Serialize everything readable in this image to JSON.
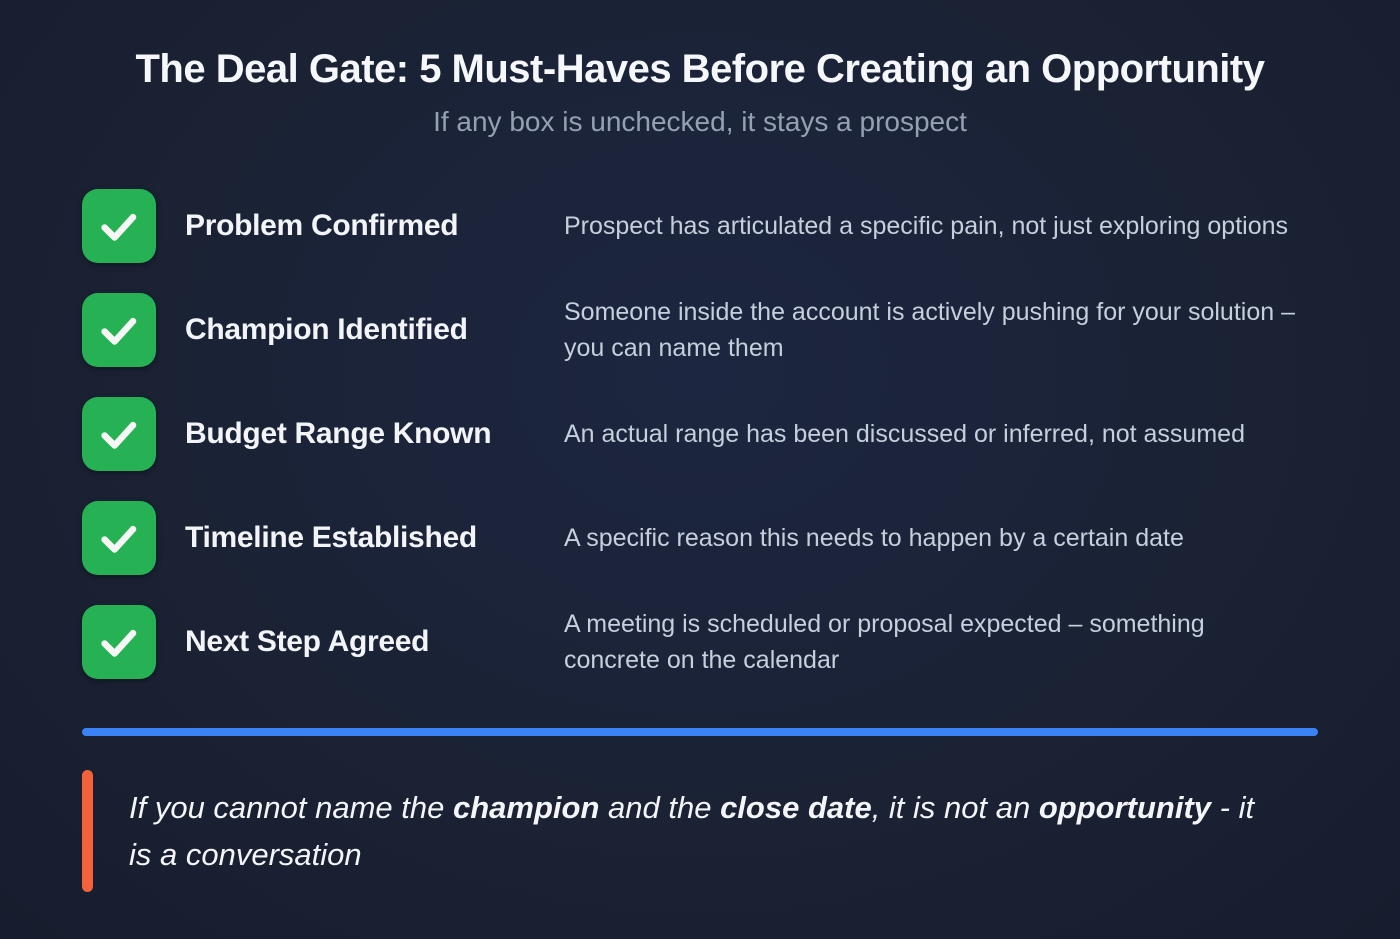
{
  "title": "The Deal Gate: 5 Must-Haves Before Creating an Opportunity",
  "subtitle": "If any box is unchecked, it stays a prospect",
  "colors": {
    "background": "#1a2234",
    "checkbox_green": "#26b155",
    "divider_blue": "#3b82f6",
    "quote_bar_orange": "#f4623c"
  },
  "checklist": {
    "items": [
      {
        "checked": true,
        "label": "Problem Confirmed",
        "description": "Prospect has articulated a specific pain, not just exploring options"
      },
      {
        "checked": true,
        "label": "Champion Identified",
        "description": "Someone inside the account is actively pushing for your solution – you can name them"
      },
      {
        "checked": true,
        "label": "Budget Range Known",
        "description": "An actual range has been discussed or inferred, not assumed"
      },
      {
        "checked": true,
        "label": "Timeline Established",
        "description": "A specific reason this needs to happen by a certain date"
      },
      {
        "checked": true,
        "label": "Next Step Agreed",
        "description": "A meeting is scheduled or proposal expected – something concrete on the calendar"
      }
    ]
  },
  "quote": {
    "segments": [
      {
        "text": "If you cannot name the ",
        "bold": false
      },
      {
        "text": "champion",
        "bold": true
      },
      {
        "text": " and the ",
        "bold": false
      },
      {
        "text": "close date",
        "bold": true
      },
      {
        "text": ", it is not an ",
        "bold": false
      },
      {
        "text": "opportunity",
        "bold": true
      },
      {
        "text": " - it is a conversation",
        "bold": false
      }
    ]
  }
}
